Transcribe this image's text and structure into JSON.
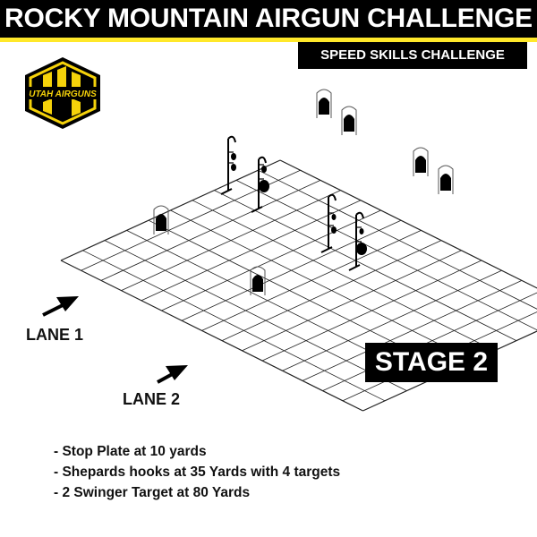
{
  "header": {
    "title": "ROCKY MOUNTAIN AIRGUN CHALLENGE",
    "subtitle": "SPEED SKILLS CHALLENGE"
  },
  "logo": {
    "text": "UTAH AIRGUNS",
    "colors": {
      "gold": "#f5d20a",
      "black": "#000000"
    }
  },
  "lanes": [
    {
      "label": "LANE 1"
    },
    {
      "label": "LANE 2"
    }
  ],
  "stage": {
    "label": "STAGE 2"
  },
  "notes": [
    "- Stop Plate at 10 yards",
    "- Shepards hooks at 35 Yards with 4 targets",
    "- 2 Swinger Target at 80 Yards"
  ],
  "colors": {
    "accent": "#ffe82a",
    "ink": "#000000",
    "grid": "#222222"
  }
}
